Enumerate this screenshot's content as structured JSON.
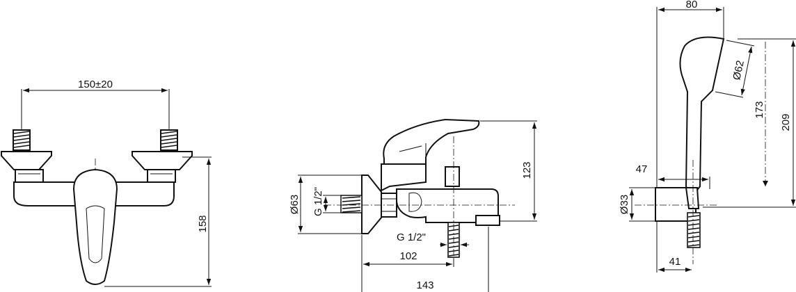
{
  "views": {
    "front": {
      "dim_width": "150±20",
      "dim_height": "158"
    },
    "side": {
      "dim_diameter": "Ø63",
      "dim_thread_inlet": "G 1/2\"",
      "dim_thread_outlet": "G 1/2\"",
      "dim_height": "123",
      "dim_projection_short": "102",
      "dim_projection_long": "143"
    },
    "shower": {
      "dim_top_width": "80",
      "dim_head_diameter": "Ø62",
      "dim_length_inner": "173",
      "dim_length_total": "209",
      "dim_offset": "47",
      "dim_bracket_diameter": "Ø33",
      "dim_bracket_depth": "41"
    }
  }
}
